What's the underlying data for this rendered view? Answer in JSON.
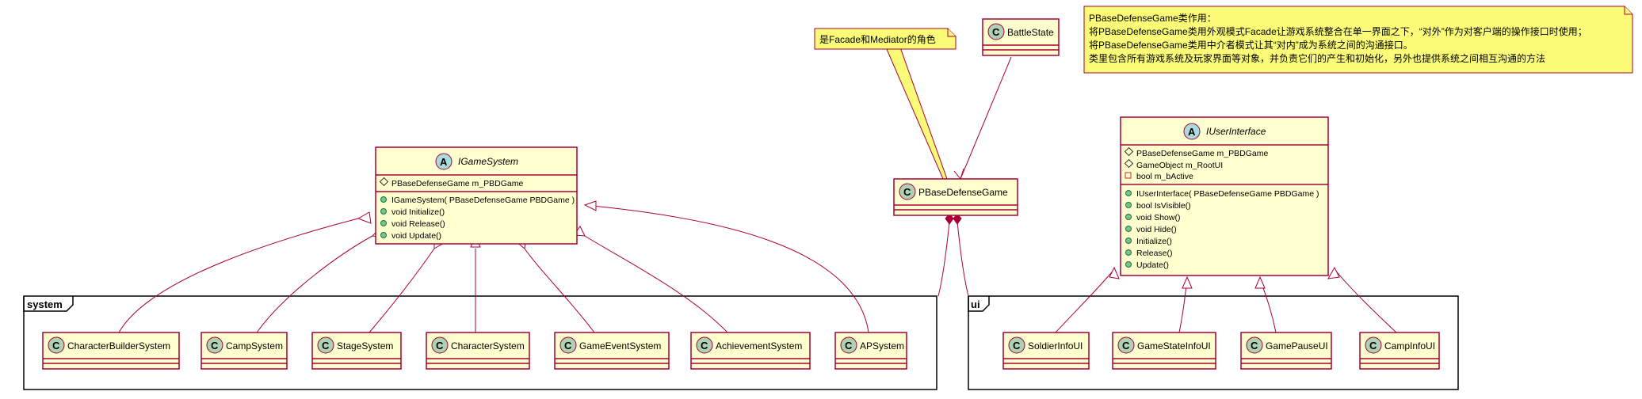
{
  "abstract_classes": {
    "igamesystem": {
      "name": "IGameSystem",
      "stereotype": "A",
      "fields": [
        "PBaseDefenseGame m_PBDGame"
      ],
      "methods": [
        "IGameSystem( PBaseDefenseGame PBDGame )",
        "void Initialize()",
        "void Release()",
        "void Update()"
      ]
    },
    "iuserinterface": {
      "name": "IUserInterface",
      "stereotype": "A",
      "fields": [
        "PBaseDefenseGame m_PBDGame",
        "GameObject m_RootUI",
        "bool m_bActive"
      ],
      "methods": [
        "IUserInterface( PBaseDefenseGame PBDGame )",
        "bool IsVisible()",
        "void Show()",
        "void Hide()",
        "Initialize()",
        "Release()",
        "Update()"
      ]
    }
  },
  "classes": {
    "pbasedefensegame": {
      "name": "PBaseDefenseGame",
      "stereotype": "C"
    },
    "battlestate": {
      "name": "BattleState",
      "stereotype": "C"
    }
  },
  "packages": {
    "system": {
      "title": "system",
      "classes": [
        "CharacterBuilderSystem",
        "CampSystem",
        "StageSystem",
        "CharacterSystem",
        "GameEventSystem",
        "AchievementSystem",
        "APSystem"
      ]
    },
    "ui": {
      "title": "ui",
      "classes": [
        "SoldierInfoUI",
        "GameStateInfoUI",
        "GamePauseUI",
        "CampInfoUI"
      ]
    }
  },
  "notes": {
    "role_note": "是Facade和Mediator的角色",
    "desc_note": {
      "lines": [
        "PBaseDefenseGame类作用：",
        "将PBaseDefenseGame类用外观模式Facade让游戏系统整合在单一界面之下，“对外”作为对客户端的操作接口时使用；",
        "将PBaseDefenseGame类用中介者模式让其“对内”成为系统之间的沟通接口。",
        "类里包含所有游戏系统及玩家界面等对象，并负责它们的产生和初始化，另外也提供系统之间相互沟通的方法"
      ]
    }
  },
  "colors": {
    "class_fill": "#FEFECE",
    "border": "#A80036",
    "note_fill": "#FBFB77",
    "class_circle": "#ADD1B2",
    "abstract_circle": "#A9DCDF"
  }
}
